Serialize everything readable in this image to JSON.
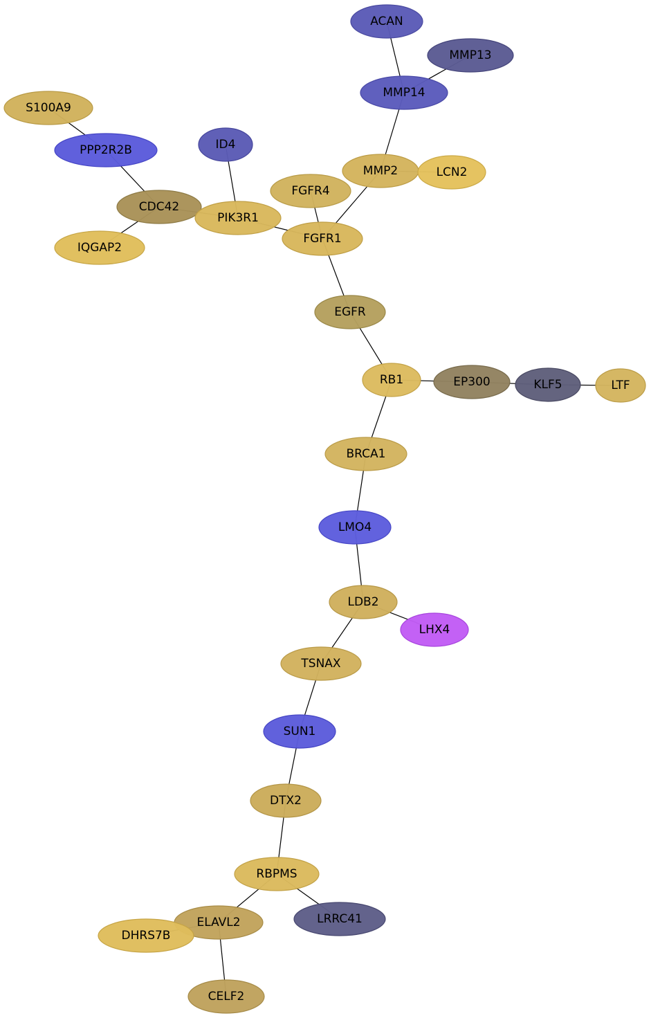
{
  "nodes": [
    {
      "id": "ACAN",
      "label": "ACAN",
      "fill": "#5b5bb7",
      "stroke": "#4a4aa0"
    },
    {
      "id": "MMP13",
      "label": "MMP13",
      "fill": "#5b5b93",
      "stroke": "#44447a"
    },
    {
      "id": "MMP14",
      "label": "MMP14",
      "fill": "#5b5bbc",
      "stroke": "#4848a6"
    },
    {
      "id": "S100A9",
      "label": "S100A9",
      "fill": "#d1b25c",
      "stroke": "#b89a45"
    },
    {
      "id": "PPP2R2B",
      "label": "PPP2R2B",
      "fill": "#5b5bdb",
      "stroke": "#4444c4"
    },
    {
      "id": "ID4",
      "label": "ID4",
      "fill": "#5b5bb5",
      "stroke": "#46469c"
    },
    {
      "id": "MMP2",
      "label": "MMP2",
      "fill": "#d4b45d",
      "stroke": "#bc9c45"
    },
    {
      "id": "LCN2",
      "label": "LCN2",
      "fill": "#e4c15c",
      "stroke": "#cba945"
    },
    {
      "id": "FGFR4",
      "label": "FGFR4",
      "fill": "#d1b35e",
      "stroke": "#b89b47"
    },
    {
      "id": "CDC42",
      "label": "CDC42",
      "fill": "#a99258",
      "stroke": "#8d7a45"
    },
    {
      "id": "PIK3R1",
      "label": "PIK3R1",
      "fill": "#d9b85c",
      "stroke": "#c09f45"
    },
    {
      "id": "FGFR1",
      "label": "FGFR1",
      "fill": "#d8b75c",
      "stroke": "#bf9e45"
    },
    {
      "id": "IQGAP2",
      "label": "IQGAP2",
      "fill": "#e0be5b",
      "stroke": "#c6a545"
    },
    {
      "id": "EGFR",
      "label": "EGFR",
      "fill": "#b5a05e",
      "stroke": "#998747"
    },
    {
      "id": "RB1",
      "label": "RB1",
      "fill": "#dcbb5f",
      "stroke": "#c3a247"
    },
    {
      "id": "EP300",
      "label": "EP300",
      "fill": "#928260",
      "stroke": "#776a4b"
    },
    {
      "id": "KLF5",
      "label": "KLF5",
      "fill": "#5f5f7b",
      "stroke": "#494962"
    },
    {
      "id": "LTF",
      "label": "LTF",
      "fill": "#d4b55f",
      "stroke": "#bb9c47"
    },
    {
      "id": "BRCA1",
      "label": "BRCA1",
      "fill": "#d3b45f",
      "stroke": "#ba9b47"
    },
    {
      "id": "LMO4",
      "label": "LMO4",
      "fill": "#5d5ddd",
      "stroke": "#4747c6"
    },
    {
      "id": "LDB2",
      "label": "LDB2",
      "fill": "#cfb05d",
      "stroke": "#b69746"
    },
    {
      "id": "LHX4",
      "label": "LHX4",
      "fill": "#c15cf5",
      "stroke": "#a745dd"
    },
    {
      "id": "TSNAX",
      "label": "TSNAX",
      "fill": "#d2b25e",
      "stroke": "#b99a47"
    },
    {
      "id": "SUN1",
      "label": "SUN1",
      "fill": "#5c5cdb",
      "stroke": "#4545c4"
    },
    {
      "id": "DTX2",
      "label": "DTX2",
      "fill": "#cbac5b",
      "stroke": "#b29445"
    },
    {
      "id": "RBPMS",
      "label": "RBPMS",
      "fill": "#dbba5d",
      "stroke": "#c2a146"
    },
    {
      "id": "ELAVL2",
      "label": "ELAVL2",
      "fill": "#c1a35c",
      "stroke": "#a78b46"
    },
    {
      "id": "LRRC41",
      "label": "LRRC41",
      "fill": "#5e5e88",
      "stroke": "#47476f"
    },
    {
      "id": "DHRS7B",
      "label": "DHRS7B",
      "fill": "#dfbd5c",
      "stroke": "#c6a445"
    },
    {
      "id": "CELF2",
      "label": "CELF2",
      "fill": "#bfa25d",
      "stroke": "#a58a47"
    }
  ],
  "edges": [
    [
      "ACAN",
      "MMP14"
    ],
    [
      "MMP13",
      "MMP14"
    ],
    [
      "MMP14",
      "MMP2"
    ],
    [
      "MMP2",
      "LCN2"
    ],
    [
      "MMP2",
      "FGFR1"
    ],
    [
      "S100A9",
      "PPP2R2B"
    ],
    [
      "PPP2R2B",
      "CDC42"
    ],
    [
      "CDC42",
      "PIK3R1"
    ],
    [
      "CDC42",
      "IQGAP2"
    ],
    [
      "ID4",
      "PIK3R1"
    ],
    [
      "PIK3R1",
      "FGFR1"
    ],
    [
      "FGFR4",
      "FGFR1"
    ],
    [
      "FGFR1",
      "EGFR"
    ],
    [
      "EGFR",
      "RB1"
    ],
    [
      "RB1",
      "EP300"
    ],
    [
      "EP300",
      "KLF5"
    ],
    [
      "KLF5",
      "LTF"
    ],
    [
      "RB1",
      "BRCA1"
    ],
    [
      "BRCA1",
      "LMO4"
    ],
    [
      "LMO4",
      "LDB2"
    ],
    [
      "LDB2",
      "LHX4"
    ],
    [
      "LDB2",
      "TSNAX"
    ],
    [
      "TSNAX",
      "SUN1"
    ],
    [
      "SUN1",
      "DTX2"
    ],
    [
      "DTX2",
      "RBPMS"
    ],
    [
      "RBPMS",
      "ELAVL2"
    ],
    [
      "RBPMS",
      "LRRC41"
    ],
    [
      "ELAVL2",
      "DHRS7B"
    ],
    [
      "ELAVL2",
      "CELF2"
    ]
  ]
}
